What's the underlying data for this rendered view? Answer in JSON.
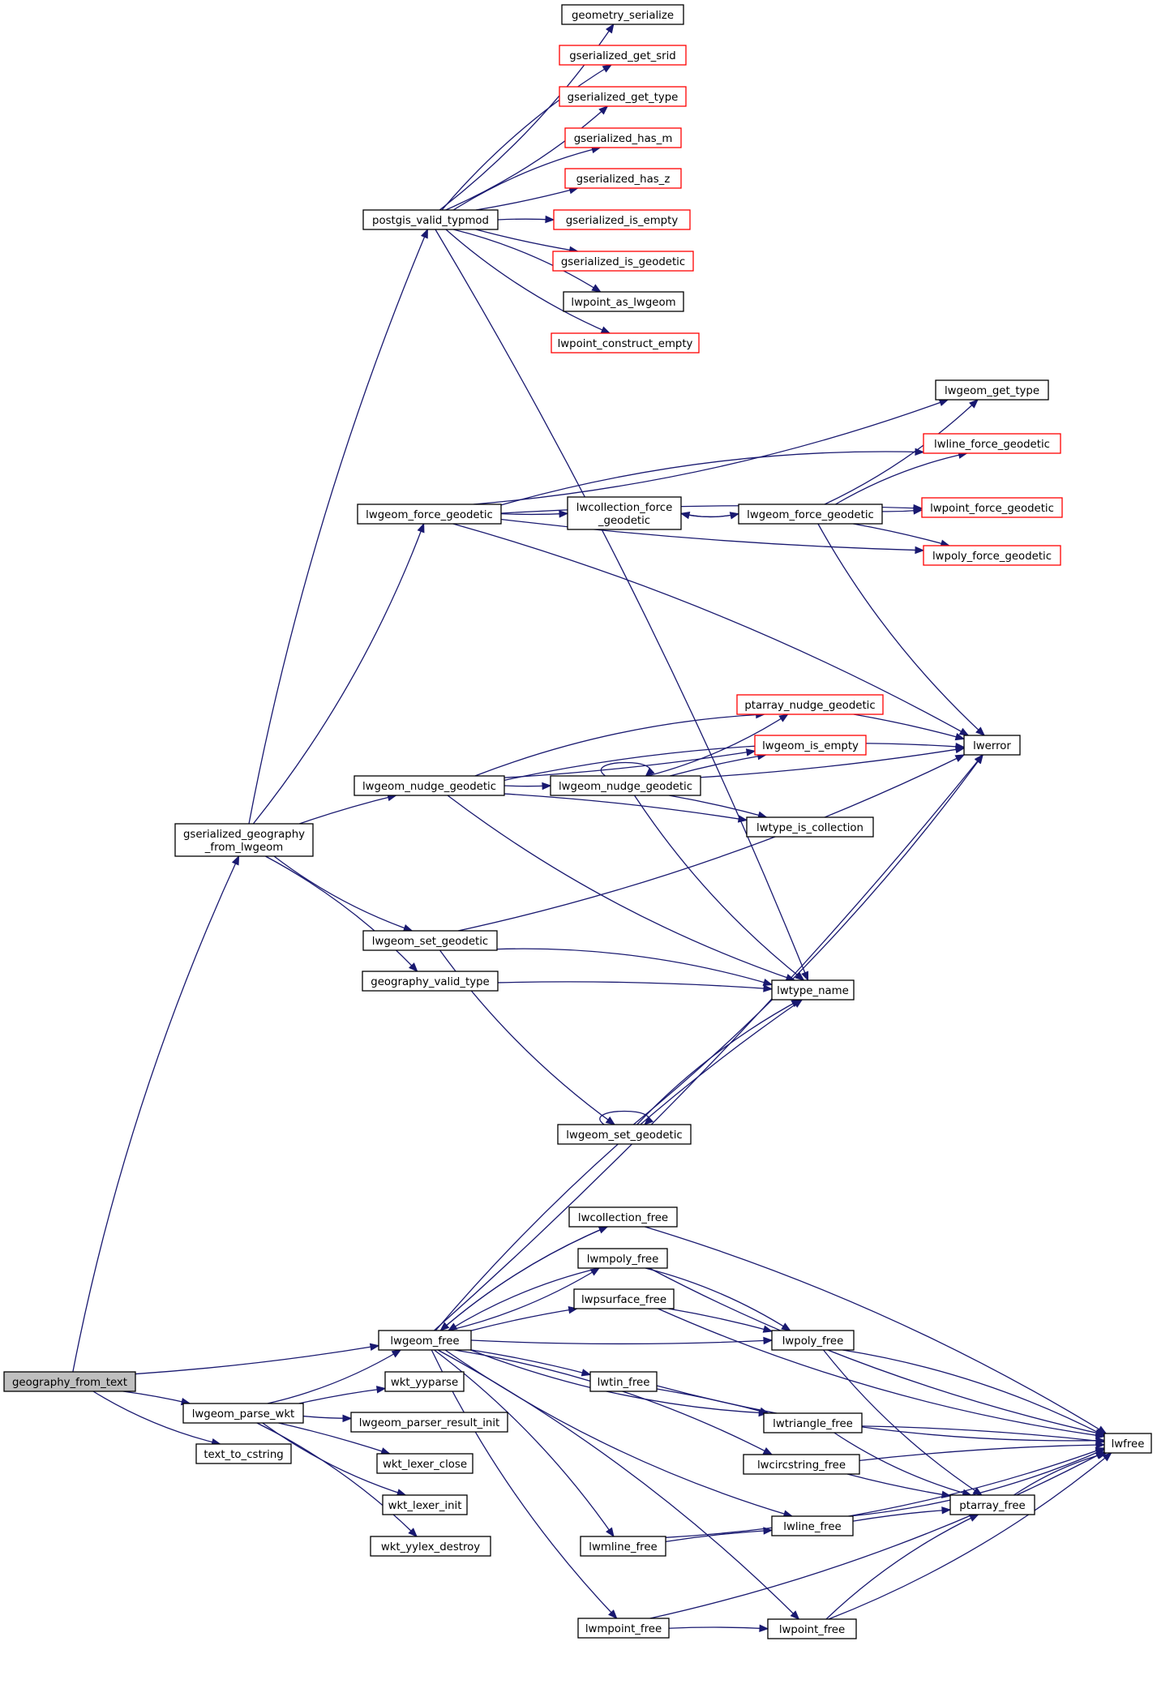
{
  "colors": {
    "edge": "#191970",
    "border_plain": "#000000",
    "border_external": "#ff0000",
    "fill_root": "#bfbfbf",
    "fill_default": "#ffffff"
  },
  "nodes": {
    "geometry_serialize": {
      "label": [
        "geometry_serialize"
      ],
      "kind": "plain"
    },
    "gserialized_get_srid": {
      "label": [
        "gserialized_get_srid"
      ],
      "kind": "external"
    },
    "gserialized_get_type": {
      "label": [
        "gserialized_get_type"
      ],
      "kind": "external"
    },
    "gserialized_has_m": {
      "label": [
        "gserialized_has_m"
      ],
      "kind": "external"
    },
    "gserialized_has_z": {
      "label": [
        "gserialized_has_z"
      ],
      "kind": "external"
    },
    "postgis_valid_typmod": {
      "label": [
        "postgis_valid_typmod"
      ],
      "kind": "plain"
    },
    "gserialized_is_empty": {
      "label": [
        "gserialized_is_empty"
      ],
      "kind": "external"
    },
    "gserialized_is_geodetic": {
      "label": [
        "gserialized_is_geodetic"
      ],
      "kind": "external"
    },
    "lwpoint_as_lwgeom": {
      "label": [
        "lwpoint_as_lwgeom"
      ],
      "kind": "plain"
    },
    "lwpoint_construct_empty": {
      "label": [
        "lwpoint_construct_empty"
      ],
      "kind": "external"
    },
    "lwgeom_get_type": {
      "label": [
        "lwgeom_get_type"
      ],
      "kind": "plain"
    },
    "lwline_force_geodetic": {
      "label": [
        "lwline_force_geodetic"
      ],
      "kind": "external"
    },
    "lwgeom_force_geodetic_a": {
      "label": [
        "lwgeom_force_geodetic"
      ],
      "kind": "plain"
    },
    "lwcollection_force_geodetic": {
      "label": [
        "lwcollection_force",
        "_geodetic"
      ],
      "kind": "plain"
    },
    "lwgeom_force_geodetic_b": {
      "label": [
        "lwgeom_force_geodetic"
      ],
      "kind": "plain"
    },
    "lwpoint_force_geodetic": {
      "label": [
        "lwpoint_force_geodetic"
      ],
      "kind": "external"
    },
    "lwpoly_force_geodetic": {
      "label": [
        "lwpoly_force_geodetic"
      ],
      "kind": "external"
    },
    "ptarray_nudge_geodetic": {
      "label": [
        "ptarray_nudge_geodetic"
      ],
      "kind": "external"
    },
    "lwgeom_is_empty": {
      "label": [
        "lwgeom_is_empty"
      ],
      "kind": "external"
    },
    "lwerror": {
      "label": [
        "lwerror"
      ],
      "kind": "plain"
    },
    "lwgeom_nudge_geodetic_a": {
      "label": [
        "lwgeom_nudge_geodetic"
      ],
      "kind": "plain"
    },
    "lwgeom_nudge_geodetic_b": {
      "label": [
        "lwgeom_nudge_geodetic"
      ],
      "kind": "plain"
    },
    "lwtype_is_collection": {
      "label": [
        "lwtype_is_collection"
      ],
      "kind": "plain"
    },
    "gserialized_geography_from_lwgeom": {
      "label": [
        "gserialized_geography",
        "_from_lwgeom"
      ],
      "kind": "plain"
    },
    "lwgeom_set_geodetic_a": {
      "label": [
        "lwgeom_set_geodetic"
      ],
      "kind": "plain"
    },
    "geography_valid_type": {
      "label": [
        "geography_valid_type"
      ],
      "kind": "plain"
    },
    "lwtype_name": {
      "label": [
        "lwtype_name"
      ],
      "kind": "plain"
    },
    "lwgeom_set_geodetic_b": {
      "label": [
        "lwgeom_set_geodetic"
      ],
      "kind": "plain"
    },
    "lwcollection_free": {
      "label": [
        "lwcollection_free"
      ],
      "kind": "plain"
    },
    "lwmpoly_free": {
      "label": [
        "lwmpoly_free"
      ],
      "kind": "plain"
    },
    "lwpsurface_free": {
      "label": [
        "lwpsurface_free"
      ],
      "kind": "plain"
    },
    "lwgeom_free": {
      "label": [
        "lwgeom_free"
      ],
      "kind": "plain"
    },
    "lwpoly_free": {
      "label": [
        "lwpoly_free"
      ],
      "kind": "plain"
    },
    "geography_from_text": {
      "label": [
        "geography_from_text"
      ],
      "kind": "root"
    },
    "wkt_yyparse": {
      "label": [
        "wkt_yyparse"
      ],
      "kind": "plain"
    },
    "lwtin_free": {
      "label": [
        "lwtin_free"
      ],
      "kind": "plain"
    },
    "lwgeom_parse_wkt": {
      "label": [
        "lwgeom_parse_wkt"
      ],
      "kind": "plain"
    },
    "lwgeom_parser_result_init": {
      "label": [
        "lwgeom_parser_result_init"
      ],
      "kind": "plain"
    },
    "lwtriangle_free": {
      "label": [
        "lwtriangle_free"
      ],
      "kind": "plain"
    },
    "lwfree": {
      "label": [
        "lwfree"
      ],
      "kind": "plain"
    },
    "text_to_cstring": {
      "label": [
        "text_to_cstring"
      ],
      "kind": "plain"
    },
    "wkt_lexer_close": {
      "label": [
        "wkt_lexer_close"
      ],
      "kind": "plain"
    },
    "lwcircstring_free": {
      "label": [
        "lwcircstring_free"
      ],
      "kind": "plain"
    },
    "wkt_lexer_init": {
      "label": [
        "wkt_lexer_init"
      ],
      "kind": "plain"
    },
    "ptarray_free": {
      "label": [
        "ptarray_free"
      ],
      "kind": "plain"
    },
    "lwline_free": {
      "label": [
        "lwline_free"
      ],
      "kind": "plain"
    },
    "wkt_yylex_destroy": {
      "label": [
        "wkt_yylex_destroy"
      ],
      "kind": "plain"
    },
    "lwmline_free": {
      "label": [
        "lwmline_free"
      ],
      "kind": "plain"
    },
    "lwmpoint_free": {
      "label": [
        "lwmpoint_free"
      ],
      "kind": "plain"
    },
    "lwpoint_free": {
      "label": [
        "lwpoint_free"
      ],
      "kind": "plain"
    }
  },
  "edges": [
    [
      "geography_from_text",
      "gserialized_geography_from_lwgeom"
    ],
    [
      "geography_from_text",
      "lwgeom_free"
    ],
    [
      "geography_from_text",
      "lwgeom_parse_wkt"
    ],
    [
      "geography_from_text",
      "text_to_cstring"
    ],
    [
      "gserialized_geography_from_lwgeom",
      "postgis_valid_typmod"
    ],
    [
      "gserialized_geography_from_lwgeom",
      "lwgeom_force_geodetic_a"
    ],
    [
      "gserialized_geography_from_lwgeom",
      "lwgeom_nudge_geodetic_a"
    ],
    [
      "gserialized_geography_from_lwgeom",
      "lwgeom_set_geodetic_a"
    ],
    [
      "gserialized_geography_from_lwgeom",
      "geography_valid_type"
    ],
    [
      "postgis_valid_typmod",
      "geometry_serialize"
    ],
    [
      "postgis_valid_typmod",
      "gserialized_get_srid"
    ],
    [
      "postgis_valid_typmod",
      "gserialized_get_type"
    ],
    [
      "postgis_valid_typmod",
      "gserialized_has_m"
    ],
    [
      "postgis_valid_typmod",
      "gserialized_has_z"
    ],
    [
      "postgis_valid_typmod",
      "gserialized_is_empty"
    ],
    [
      "postgis_valid_typmod",
      "gserialized_is_geodetic"
    ],
    [
      "postgis_valid_typmod",
      "lwpoint_as_lwgeom"
    ],
    [
      "postgis_valid_typmod",
      "lwpoint_construct_empty"
    ],
    [
      "postgis_valid_typmod",
      "lwtype_name"
    ],
    [
      "lwgeom_force_geodetic_a",
      "lwgeom_get_type"
    ],
    [
      "lwgeom_force_geodetic_a",
      "lwline_force_geodetic"
    ],
    [
      "lwgeom_force_geodetic_a",
      "lwcollection_force_geodetic"
    ],
    [
      "lwgeom_force_geodetic_a",
      "lwpoint_force_geodetic"
    ],
    [
      "lwgeom_force_geodetic_a",
      "lwpoly_force_geodetic"
    ],
    [
      "lwgeom_force_geodetic_a",
      "lwerror"
    ],
    [
      "lwcollection_force_geodetic",
      "lwgeom_force_geodetic_b"
    ],
    [
      "lwgeom_force_geodetic_b",
      "lwcollection_force_geodetic"
    ],
    [
      "lwgeom_force_geodetic_b",
      "lwgeom_get_type"
    ],
    [
      "lwgeom_force_geodetic_b",
      "lwline_force_geodetic"
    ],
    [
      "lwgeom_force_geodetic_b",
      "lwpoint_force_geodetic"
    ],
    [
      "lwgeom_force_geodetic_b",
      "lwpoly_force_geodetic"
    ],
    [
      "lwgeom_force_geodetic_b",
      "lwerror"
    ],
    [
      "lwgeom_nudge_geodetic_a",
      "ptarray_nudge_geodetic"
    ],
    [
      "lwgeom_nudge_geodetic_a",
      "lwgeom_is_empty"
    ],
    [
      "lwgeom_nudge_geodetic_a",
      "lwerror"
    ],
    [
      "lwgeom_nudge_geodetic_a",
      "lwgeom_nudge_geodetic_b"
    ],
    [
      "lwgeom_nudge_geodetic_a",
      "lwtype_is_collection"
    ],
    [
      "lwgeom_nudge_geodetic_a",
      "lwtype_name"
    ],
    [
      "lwgeom_nudge_geodetic_b",
      "lwgeom_nudge_geodetic_b"
    ],
    [
      "lwgeom_nudge_geodetic_b",
      "ptarray_nudge_geodetic"
    ],
    [
      "lwgeom_nudge_geodetic_b",
      "lwgeom_is_empty"
    ],
    [
      "lwgeom_nudge_geodetic_b",
      "lwerror"
    ],
    [
      "lwgeom_nudge_geodetic_b",
      "lwtype_is_collection"
    ],
    [
      "lwgeom_nudge_geodetic_b",
      "lwtype_name"
    ],
    [
      "ptarray_nudge_geodetic",
      "lwerror"
    ],
    [
      "lwgeom_set_geodetic_a",
      "lwerror"
    ],
    [
      "lwgeom_set_geodetic_a",
      "lwtype_name"
    ],
    [
      "lwgeom_set_geodetic_a",
      "lwgeom_set_geodetic_b"
    ],
    [
      "geography_valid_type",
      "lwtype_name"
    ],
    [
      "lwgeom_set_geodetic_b",
      "lwgeom_set_geodetic_b"
    ],
    [
      "lwgeom_set_geodetic_b",
      "lwtype_name"
    ],
    [
      "lwgeom_set_geodetic_b",
      "lwerror"
    ],
    [
      "lwgeom_free",
      "lwtype_name"
    ],
    [
      "lwgeom_free",
      "lwerror"
    ],
    [
      "lwgeom_free",
      "lwcollection_free"
    ],
    [
      "lwgeom_free",
      "lwmpoly_free"
    ],
    [
      "lwgeom_free",
      "lwpsurface_free"
    ],
    [
      "lwgeom_free",
      "lwpoly_free"
    ],
    [
      "lwgeom_free",
      "lwtin_free"
    ],
    [
      "lwgeom_free",
      "lwtriangle_free"
    ],
    [
      "lwgeom_free",
      "lwcircstring_free"
    ],
    [
      "lwgeom_free",
      "lwline_free"
    ],
    [
      "lwgeom_free",
      "lwmline_free"
    ],
    [
      "lwgeom_free",
      "lwmpoint_free"
    ],
    [
      "lwgeom_free",
      "lwpoint_free"
    ],
    [
      "lwcollection_free",
      "lwgeom_free"
    ],
    [
      "lwcollection_free",
      "lwfree"
    ],
    [
      "lwmpoly_free",
      "lwgeom_free"
    ],
    [
      "lwmpoly_free",
      "lwpoly_free"
    ],
    [
      "lwmpoly_free",
      "lwfree"
    ],
    [
      "lwpsurface_free",
      "lwpoly_free"
    ],
    [
      "lwpsurface_free",
      "lwfree"
    ],
    [
      "lwpoly_free",
      "lwfree"
    ],
    [
      "lwpoly_free",
      "ptarray_free"
    ],
    [
      "lwtin_free",
      "lwtriangle_free"
    ],
    [
      "lwtin_free",
      "lwfree"
    ],
    [
      "lwtriangle_free",
      "lwfree"
    ],
    [
      "lwtriangle_free",
      "ptarray_free"
    ],
    [
      "lwcircstring_free",
      "lwfree"
    ],
    [
      "lwcircstring_free",
      "ptarray_free"
    ],
    [
      "lwline_free",
      "ptarray_free"
    ],
    [
      "lwline_free",
      "lwfree"
    ],
    [
      "lwmline_free",
      "lwline_free"
    ],
    [
      "lwmline_free",
      "lwfree"
    ],
    [
      "lwmpoint_free",
      "lwpoint_free"
    ],
    [
      "lwmpoint_free",
      "lwfree"
    ],
    [
      "lwpoint_free",
      "ptarray_free"
    ],
    [
      "lwpoint_free",
      "lwfree"
    ],
    [
      "ptarray_free",
      "lwfree"
    ],
    [
      "lwgeom_parse_wkt",
      "lwgeom_free"
    ],
    [
      "lwgeom_parse_wkt",
      "wkt_yyparse"
    ],
    [
      "lwgeom_parse_wkt",
      "lwgeom_parser_result_init"
    ],
    [
      "lwgeom_parse_wkt",
      "wkt_lexer_close"
    ],
    [
      "lwgeom_parse_wkt",
      "wkt_lexer_init"
    ],
    [
      "lwgeom_parse_wkt",
      "wkt_yylex_destroy"
    ]
  ]
}
